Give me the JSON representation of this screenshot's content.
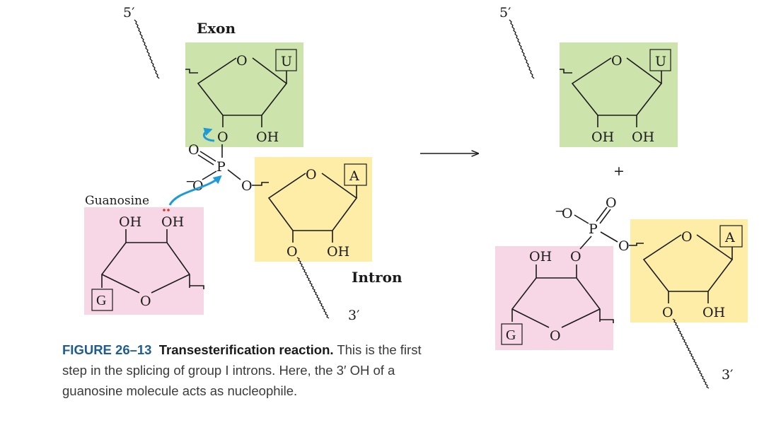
{
  "colors": {
    "exon_box": "#cde3ac",
    "intron_box": "#fdeda6",
    "guanosine_box": "#f7d6e6",
    "nucleophile_arrow": "#1e9ad6",
    "lone_pair": "#e0312b",
    "figure_number": "#1f5d8f"
  },
  "left": {
    "exon_label": "Exon",
    "intron_label": "Intron",
    "guanosine_label": "Guanosine",
    "five_prime": "5′",
    "three_prime": "3′",
    "exon_sugar": {
      "ring_o": "O",
      "base": "U",
      "link_o": "O",
      "oh": "OH"
    },
    "phosphate": {
      "p": "P",
      "double_o": "O",
      "minus": "−",
      "anion_o": "O",
      "bridge_o": "O"
    },
    "intron_sugar": {
      "ring_o": "O",
      "base": "A",
      "link_o": "O",
      "oh": "OH"
    },
    "guanosine": {
      "oh_left": "OH",
      "oh_right": "OH",
      "ring_o": "O",
      "base": "G"
    }
  },
  "reaction_arrow": "reaction-arrow",
  "plus_sign": "+",
  "right": {
    "five_prime": "5′",
    "three_prime": "3′",
    "exon_sugar": {
      "ring_o": "O",
      "base": "U",
      "oh_left": "OH",
      "oh_right": "OH"
    },
    "phosphate": {
      "p": "P",
      "double_o": "O",
      "minus": "−",
      "anion_o": "O",
      "bridge_o": "O"
    },
    "intron_sugar": {
      "ring_o": "O",
      "base": "A",
      "link_o": "O",
      "oh": "OH"
    },
    "guanosine": {
      "oh": "OH",
      "link_o": "O",
      "ring_o": "O",
      "base": "G"
    }
  },
  "caption": {
    "figure_number": "FIGURE 26–13",
    "title": "Transesterification reaction.",
    "body": " This is the first step in the splicing of group I introns. Here, the 3′ OH of a guanosine molecule acts as nucleophile."
  }
}
